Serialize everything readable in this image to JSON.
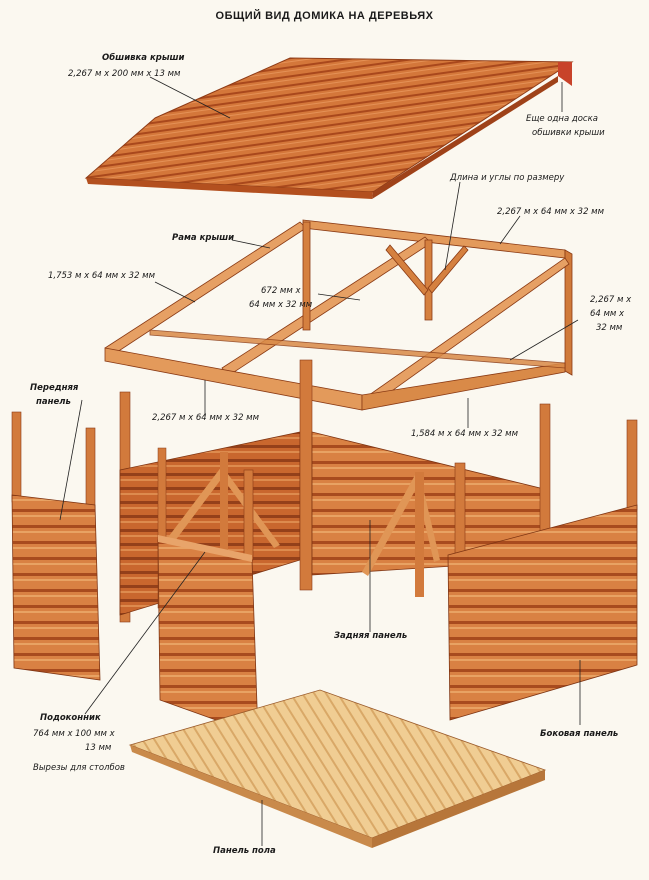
{
  "title": "ОБЩИЙ ВИД ДОМИКА НА ДЕРЕВЬЯХ",
  "colors": {
    "wood_light": "#e9a86a",
    "wood_mid": "#d77a3d",
    "wood_dark": "#b4501f",
    "floor": "#efc98f",
    "roof_edge": "#c8432a",
    "leader": "#222222"
  },
  "labels": {
    "roof_cladding_title": "Обшивка крыши",
    "roof_cladding_dims": "2,267 м х 200 мм х 13 мм",
    "extra_board_1": "Еще одна доска",
    "extra_board_2": "обшивки крыши",
    "length_angles": "Длина и углы по размеру",
    "roof_frame_title": "Рама крыши",
    "roof_frame_top_dims": "2,267 м х 64 мм х 32 мм",
    "roof_frame_left_dims": "1,753 м х 64 мм х 32 мм",
    "center_1": "672 мм х",
    "center_2": "64 мм х 32 мм",
    "right_1": "2,267 м х",
    "right_2": "64 мм х",
    "right_3": "32 мм",
    "bottom_left_dims": "2,267 м х 64 мм х 32 мм",
    "bottom_right_dims": "1,584 м х 64 мм х 32 мм",
    "front_panel_1": "Передняя",
    "front_panel_2": "панель",
    "back_panel": "Задняя панель",
    "windowsill_title": "Подоконник",
    "windowsill_dims_1": "764 мм х 100 мм х",
    "windowsill_dims_2": "13 мм",
    "post_cutouts": "Вырезы для столбов",
    "side_panel": "Боковая панель",
    "floor_panel": "Панель пола"
  }
}
